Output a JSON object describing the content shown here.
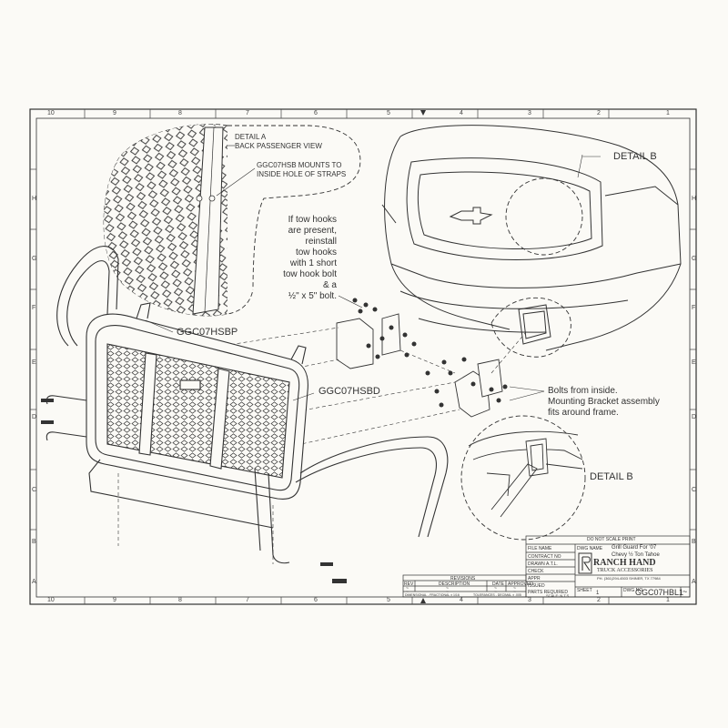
{
  "drawing": {
    "detail_a_line1": "DETAIL A",
    "detail_a_line2": "BACK PASSENGER VIEW",
    "mount_note_line1": "GGC07HSB MOUNTS TO",
    "mount_note_line2": "INSIDE HOLE OF STRAPS",
    "tow_note": [
      "If tow hooks",
      "are present,",
      "reinstall",
      "tow hooks",
      "with 1 short",
      "tow hook bolt",
      "& a",
      "½\" x 5\" bolt."
    ],
    "detail_b_top": "DETAIL B",
    "detail_b_bottom": "DETAIL B",
    "part_sbp": "GGC07HSBP",
    "part_sbd": "GGC07HSBD",
    "bolts_note": [
      "Bolts from inside.",
      "Mounting Bracket assembly",
      "fits around frame."
    ]
  },
  "ruler": {
    "cols": [
      "10",
      "9",
      "8",
      "7",
      "6",
      "5",
      "4",
      "3",
      "2",
      "1"
    ],
    "rows": [
      "H",
      "G",
      "F",
      "E",
      "D",
      "C",
      "B",
      "A"
    ]
  },
  "title_block": {
    "do_not_scale": "DO NOT SCALE PRINT",
    "file_name": "FILE NAME",
    "dwg_name": "DWG NAME",
    "contract_no": "CONTRACT NO",
    "drawn": "DRAWN",
    "drawn_by": "A.T.L.",
    "check": "CHECK",
    "appr": "APPR",
    "issued": "ISSUED",
    "parts_required": "PARTS REQUIRED",
    "title_line1": "Grill Guard For '07",
    "title_line2": "Chevy ½ Ton Tahoe",
    "company_line1": "RANCH HAND",
    "company_line2": "TRUCK ACCESSORIES",
    "company_address": "PH. (361)294-4503 SHINER, TX 77984",
    "sheet": "SHEET",
    "sheet_no": "1",
    "dwg_no": "DWG NO.",
    "drawing_number": "GGC07HBL1",
    "rev_mark": "~",
    "tolerance_frac": "DIMENSIONAL - FRACTIONAL ± 1/16",
    "tolerance_dec": "TOLERANCES - DECIMAL ± .005",
    "scale": "SCALE: N.T.S.",
    "revisions_title": "REVISIONS",
    "rev_headers": [
      "REV",
      "DESCRIPTION",
      "DATE",
      "APPROVED"
    ],
    "rev_rows": [
      [
        "~",
        "~",
        "~",
        "~"
      ],
      [
        "~",
        "~",
        "~",
        "~"
      ]
    ]
  }
}
